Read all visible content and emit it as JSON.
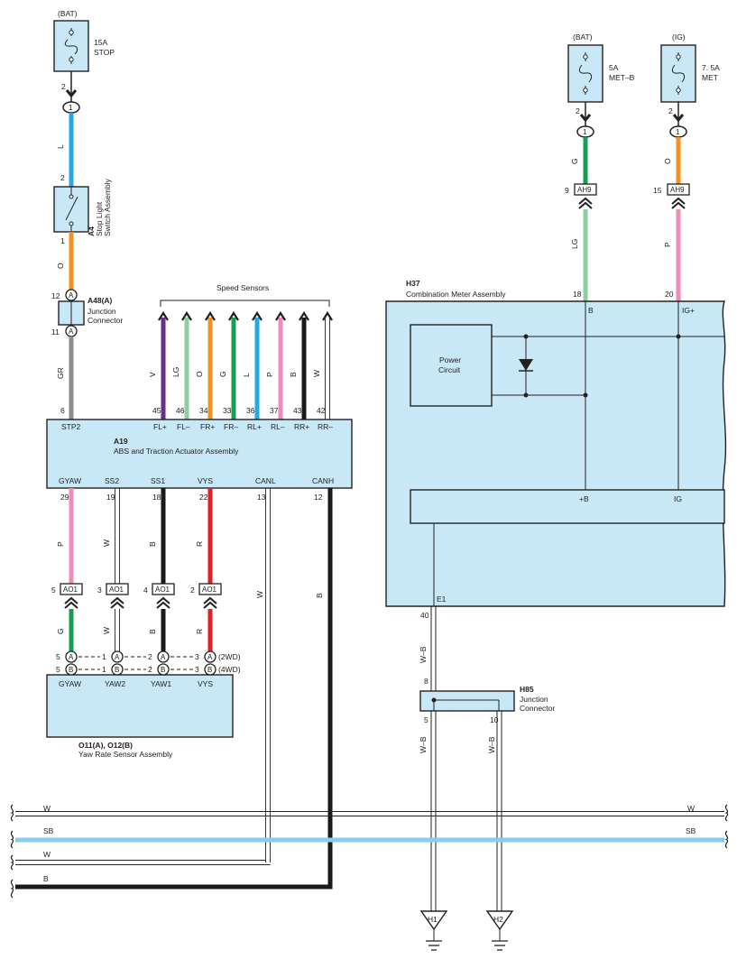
{
  "fuses": {
    "stop": {
      "src": "(BAT)",
      "amp": "15A",
      "name": "STOP",
      "pin": "2"
    },
    "metb": {
      "src": "(BAT)",
      "amp": "5A",
      "name": "MET–B",
      "pin": "2"
    },
    "met": {
      "src": "(IG)",
      "amp": "7. 5A",
      "name": "MET",
      "pin": "2"
    }
  },
  "stop_switch": {
    "id": "A4",
    "line1": "Stop Light",
    "line2": "Switch Assembly",
    "pin_top": "2",
    "pin_bottom": "1"
  },
  "junction_a48": {
    "id": "A48(A)",
    "line1": "Junction",
    "line2": "Connector",
    "pin_top": "12",
    "pin_bottom": "11",
    "letter": "A"
  },
  "abs": {
    "id": "A19",
    "name": "ABS and Traction Actuator Assembly",
    "top_terms": [
      "STP2",
      "FL+",
      "FL–",
      "FR+",
      "FR–",
      "RL+",
      "RL–",
      "RR+",
      "RR–"
    ],
    "top_pins": [
      "6",
      "45",
      "46",
      "34",
      "33",
      "36",
      "37",
      "43",
      "42"
    ],
    "bottom_terms": [
      "GYAW",
      "SS2",
      "SS1",
      "VYS",
      "CANL",
      "CANH"
    ],
    "bottom_pins": [
      "29",
      "19",
      "18",
      "22",
      "13",
      "12"
    ]
  },
  "speed_sensors": {
    "label": "Speed Sensors",
    "wire_colors": [
      "V",
      "LG",
      "O",
      "G",
      "L",
      "P",
      "B",
      "W"
    ]
  },
  "upper_wires": {
    "stop_fuse": "L",
    "switch_out": "O",
    "junction_out": "GR",
    "metb": "G",
    "met": "O",
    "metb_lower": "LG",
    "met_lower": "P"
  },
  "ao1": {
    "name": "AO1",
    "pins": [
      "5",
      "3",
      "4",
      "2"
    ],
    "upper_colors": [
      "P",
      "W",
      "B",
      "R"
    ],
    "lower_colors": [
      "G",
      "W",
      "B",
      "R"
    ],
    "can_colors": [
      "W",
      "B"
    ]
  },
  "yaw": {
    "ids": "O11(A), O12(B)",
    "name": "Yaw Rate Sensor Assembly",
    "terms": [
      "GYAW",
      "YAW2",
      "YAW1",
      "VYS"
    ],
    "pins_a": [
      "5",
      "1",
      "2",
      "3"
    ],
    "pins_b": [
      "5",
      "1",
      "2",
      "3"
    ],
    "letter_a": "A",
    "letter_b": "B",
    "note_a": "(2WD)",
    "note_b": "(4WD)"
  },
  "ah9": {
    "name": "AH9",
    "pin_left": "9",
    "pin_right": "15"
  },
  "meter": {
    "id": "H37",
    "name": "Combination Meter Assembly",
    "pin_b": "18",
    "pin_ig": "20",
    "term_b": "B",
    "term_ig": "IG+",
    "power1": "Power",
    "power2": "Circuit",
    "inner_b": "+B",
    "inner_ig": "IG",
    "term_e": "E1",
    "pin_e": "40",
    "wire_e": "W–B"
  },
  "h85": {
    "id": "H85",
    "line1": "Junction",
    "line2": "Connector",
    "pin_top": "8",
    "pin_left": "5",
    "pin_right": "10",
    "wire_left": "W–B",
    "wire_right": "W–B"
  },
  "grounds": [
    "H1",
    "H2"
  ],
  "bus_labels": [
    "W",
    "SB",
    "W",
    "B"
  ],
  "colors": {
    "L": "#26a8e6",
    "O": "#f39220",
    "GR": "#8c8c8c",
    "V": "#6a2c8e",
    "LG": "#8ecf9f",
    "G": "#14a050",
    "P": "#ef8cbc",
    "B": "#1a1a1a",
    "R": "#e31e24",
    "SB": "#86cdee",
    "box": "#c8e8f8"
  }
}
